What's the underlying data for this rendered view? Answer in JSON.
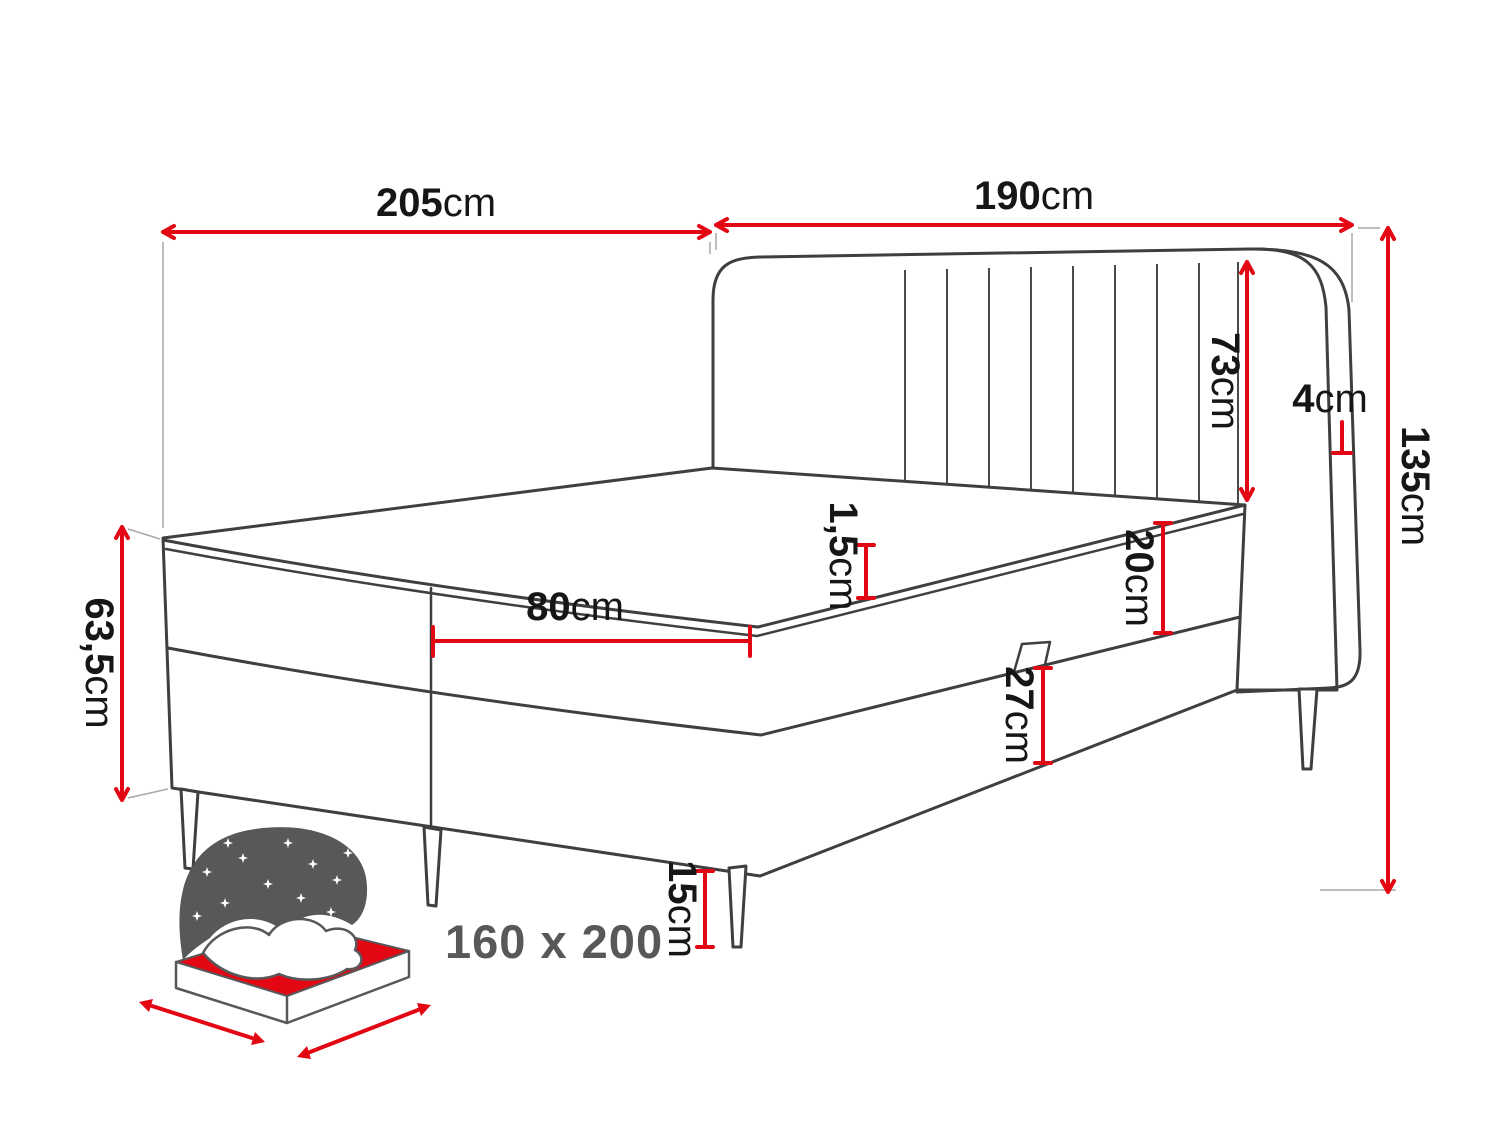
{
  "diagram": {
    "dimensions": {
      "total_length": {
        "value": "205",
        "unit": "cm"
      },
      "total_width": {
        "value": "190",
        "unit": "cm"
      },
      "headboard_height": {
        "value": "73",
        "unit": "cm"
      },
      "headboard_edge_thickness": {
        "value": "4",
        "unit": "cm"
      },
      "total_height": {
        "value": "135",
        "unit": "cm"
      },
      "foot_end_height": {
        "value": "63,5",
        "unit": "cm"
      },
      "storage_opening_width": {
        "value": "80",
        "unit": "cm"
      },
      "mattress_top_edge": {
        "value": "1,5",
        "unit": "cm"
      },
      "mattress_height": {
        "value": "20",
        "unit": "cm"
      },
      "base_box_height": {
        "value": "27",
        "unit": "cm"
      },
      "leg_height": {
        "value": "15",
        "unit": "cm"
      }
    },
    "icon": {
      "sleeping_area": "160 x 200"
    },
    "colors": {
      "dimension_red": "#e30613",
      "outline_dark": "#3f3f3f",
      "icon_gray": "#57585a"
    }
  }
}
